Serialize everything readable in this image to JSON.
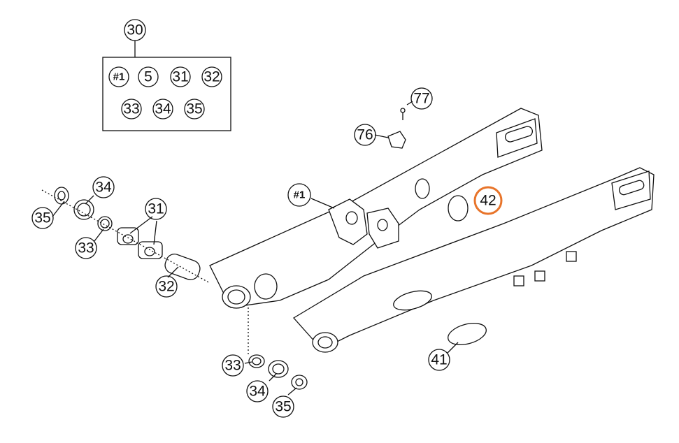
{
  "callouts": {
    "c30": "30",
    "kit_1": "#1",
    "kit_5": "5",
    "kit_31": "31",
    "kit_32": "32",
    "kit_33": "33",
    "kit_34": "34",
    "kit_35": "35",
    "c77": "77",
    "c76": "76",
    "c1": "#1",
    "c42": "42",
    "c34a": "34",
    "c35a": "35",
    "c31": "31",
    "c33a": "33",
    "c32": "32",
    "c33b": "33",
    "c34b": "34",
    "c35b": "35",
    "c41": "41"
  },
  "colors": {
    "highlight": "#e8742a",
    "line": "#111111",
    "background": "#ffffff"
  },
  "highlighted_part": "42"
}
